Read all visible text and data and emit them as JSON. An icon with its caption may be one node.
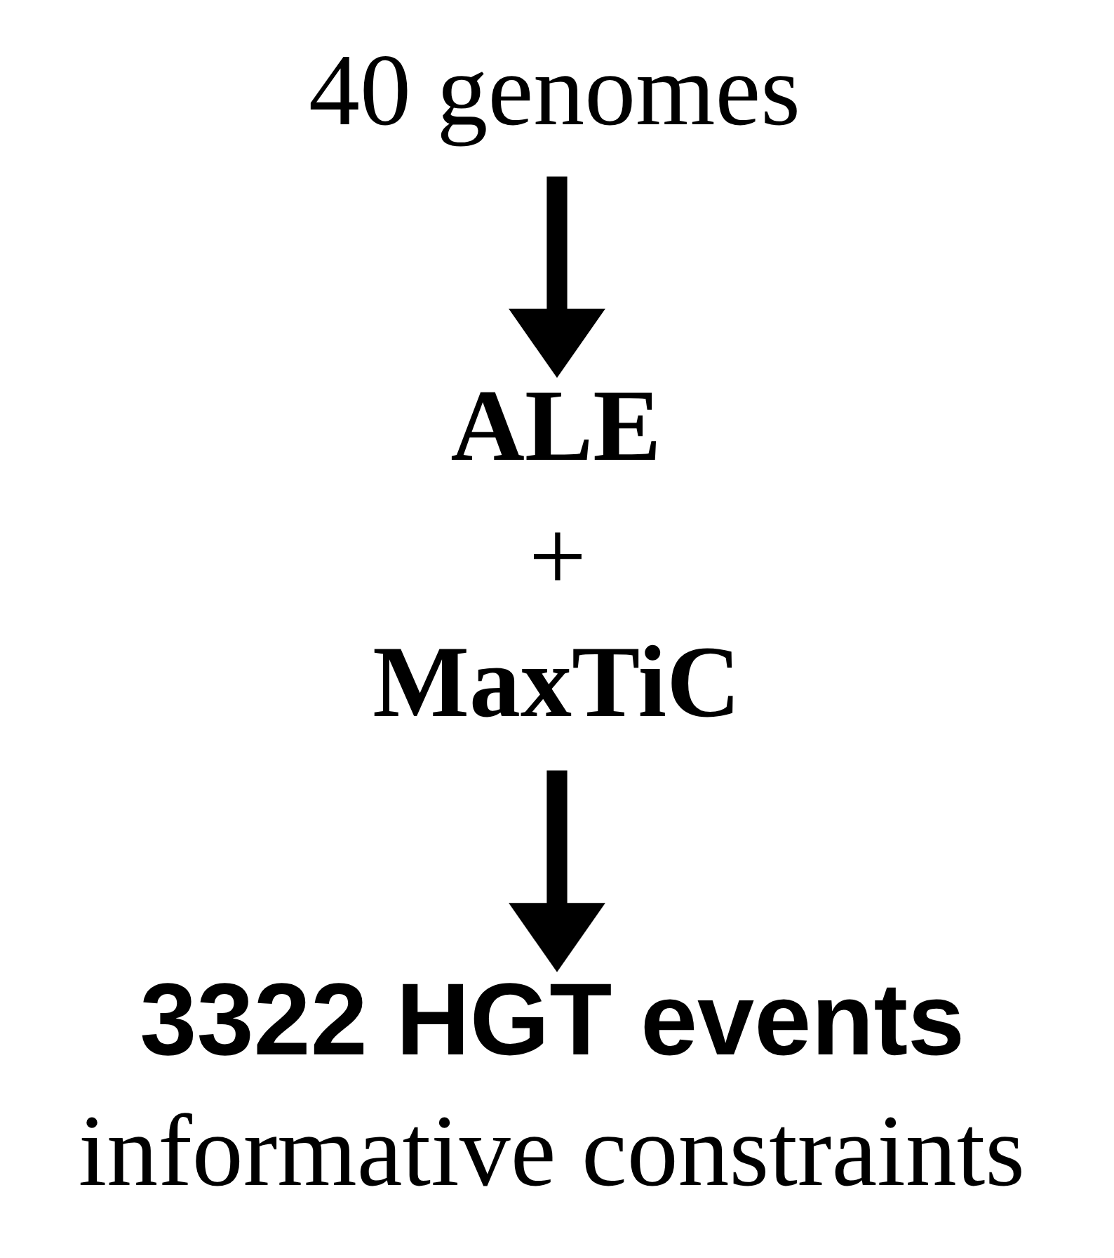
{
  "diagram": {
    "nodes": [
      {
        "text": [
          "40 genomes"
        ]
      },
      {
        "text": [
          "ALE",
          "+",
          "MaxTiC"
        ]
      },
      {
        "text": [
          "3322 HGT events",
          "informative constraints"
        ]
      }
    ],
    "edges": [
      {
        "from": 0,
        "to": 1,
        "arrow": "to"
      },
      {
        "from": 1,
        "to": 2,
        "arrow": "to"
      }
    ]
  }
}
